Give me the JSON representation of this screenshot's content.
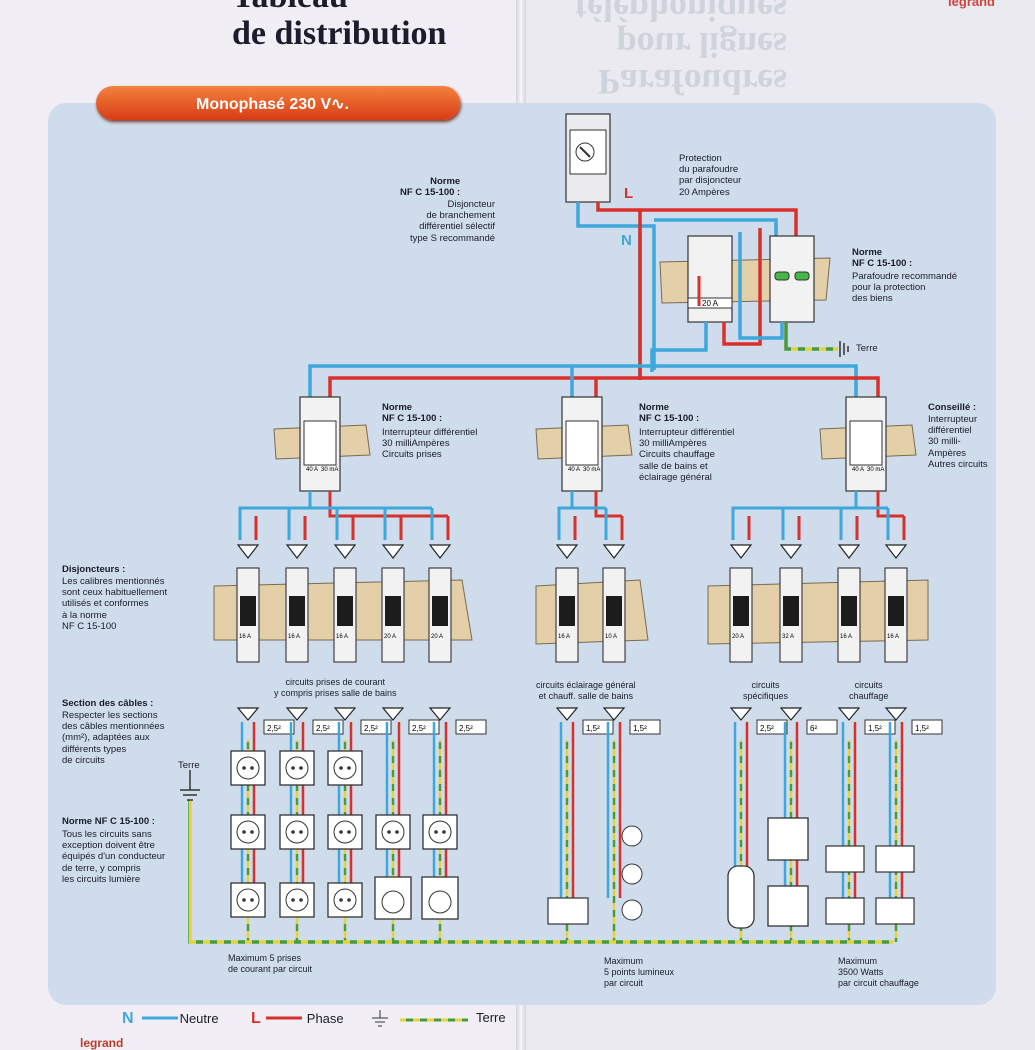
{
  "header": {
    "title": "Tableau\nde distribution",
    "ghost_title": "Parafoudres\npour lignes\ntéléphoniques",
    "brand": "legrand"
  },
  "banner": {
    "label": "Monophasé 230 V∿."
  },
  "annotations": {
    "branchement": {
      "title": "Norme\nNF C 15-100 :",
      "body": "Disjoncteur\nde branchement\ndifférentiel sélectif\ntype S recommandé"
    },
    "protection_parafoudre": "Protection\ndu parafoudre\npar disjoncteur\n20 Ampères",
    "parafoudre": {
      "title": "Norme\nNF C 15-100 :",
      "body": "Parafoudre recommandé\npour la protection\ndes biens"
    },
    "terre_label": "Terre",
    "id_prises": {
      "title": "Norme\nNF C 15-100 :",
      "body": "Interrupteur différentiel\n30 milliAmpères\nCircuits prises"
    },
    "id_chauffage": {
      "title": "Norme\nNF C 15-100 :",
      "body": "Interrupteur différentiel\n30 milliAmpères\nCircuits chauffage\nsalle de bains et\néclairage général"
    },
    "id_autres": {
      "title": "Conseillé :",
      "body": "Interrupteur\ndifférentiel\n30 milli-\nAmpères\nAutres circuits"
    },
    "disjoncteurs": {
      "title": "Disjoncteurs :",
      "body": "Les calibres mentionnés\nsont ceux habituellement\nutilisés et conformes\nà la norme\nNF C 15-100"
    },
    "section_cables": {
      "title": "Section des câbles :",
      "body": "Respecter les sections\ndes câbles mentionnées\n(mm²), adaptées aux\ndifférents types\nde circuits"
    },
    "norme_terre": {
      "title": "Norme NF C 15-100 :",
      "body": "Tous les circuits sans\nexception doivent être\néquipés d'un conducteur\nde terre, y compris\nles circuits lumière"
    },
    "terre_side": "Terre"
  },
  "groups": {
    "prises": "circuits prises de courant\ny compris prises salle de bains",
    "eclairage": "circuits éclairage général\net chauff. salle de bains",
    "specifiques": "circuits\nspécifiques",
    "chauffage": "circuits\nchauffage"
  },
  "breakers": {
    "main": "20 A",
    "rcd_rating": "40 A",
    "rcd_sens": "30 mA",
    "row": [
      "16 A",
      "16 A",
      "16 A",
      "20 A",
      "20 A",
      "16 A",
      "10 A",
      "20 A",
      "32 A",
      "16 A",
      "16 A"
    ]
  },
  "cable_sections": [
    "2,5²",
    "2,5²",
    "2,5²",
    "2,5²",
    "2,5²",
    "1,5²",
    "1,5²",
    "2,5²",
    "6²",
    "1,5²",
    "1,5²"
  ],
  "wire_labels": {
    "N": "N",
    "L": "L"
  },
  "bottom_notes": {
    "prises": "Maximum 5 prises\nde courant par circuit",
    "lumiere": "Maximum\n5 points lumineux\npar circuit",
    "chauffage": "Maximum\n3500 Watts\npar circuit chauffage"
  },
  "legend": {
    "n_key": "N",
    "n_label": "Neutre",
    "l_key": "L",
    "l_label": "Phase",
    "earth_label": "Terre"
  },
  "colors": {
    "neutral": "#3ea7dc",
    "phase": "#d8302a",
    "earth_green": "#4a9a3a",
    "earth_yellow": "#e4d33a",
    "banner": "#e8572a"
  }
}
